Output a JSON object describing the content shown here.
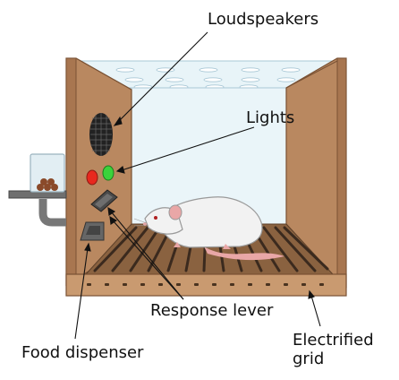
{
  "labels": {
    "loudspeakers": "Loudspeakers",
    "lights": "Lights",
    "response_lever": "Response lever",
    "food_dispenser": "Food dispenser",
    "electrified_grid": "Electrified\ngrid"
  },
  "colors": {
    "wood": "#b98860",
    "wood_light": "#c99a70",
    "wood_dark": "#8b5e3c",
    "wood_edge": "#7a5234",
    "glass": "#e8f4f8",
    "glass_edge": "#a9c8d6",
    "floor": "#7a5636",
    "grid_bar": "#3b2a1e",
    "speaker": "#222222",
    "light_red": "#e8281e",
    "light_green": "#3bd23b",
    "lever": "#4a4a4a",
    "dispenser": "#666666",
    "rat_body": "#f2f2f2",
    "rat_outline": "#999999",
    "rat_pink": "#e9a7a7",
    "food": "#8a4a2a",
    "shelf": "#6f6f6f",
    "pointer": "#111111"
  },
  "icons": {
    "speaker": "speaker-grille-icon",
    "light_red": "red-light-icon",
    "light_green": "green-light-icon",
    "lever": "lever-icon",
    "dispenser": "food-dispenser-icon",
    "rat": "rat-icon"
  }
}
